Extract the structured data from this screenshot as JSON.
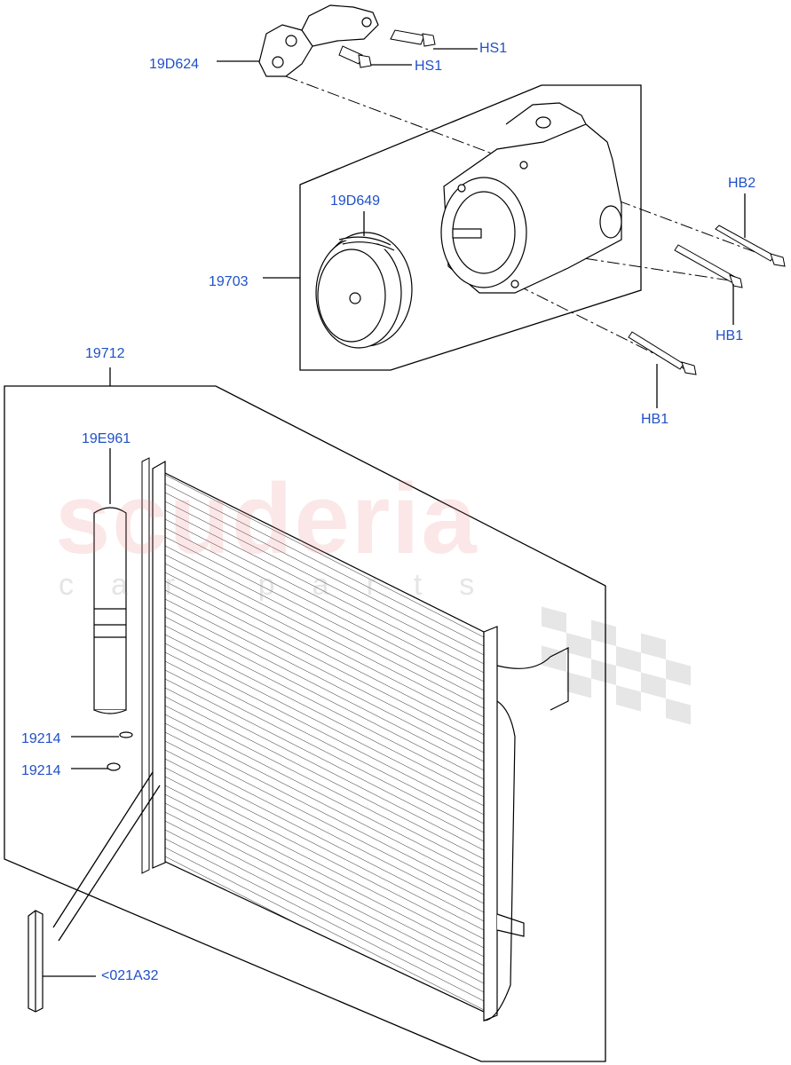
{
  "watermark": {
    "brand": "scuderia",
    "sub": "car parts"
  },
  "callouts": [
    {
      "id": "hs1a",
      "text": "HS1"
    },
    {
      "id": "hs1b",
      "text": "HS1"
    },
    {
      "id": "d624",
      "text": "19D624"
    },
    {
      "id": "d649",
      "text": "19D649"
    },
    {
      "id": "p703",
      "text": "19703"
    },
    {
      "id": "hb2",
      "text": "HB2"
    },
    {
      "id": "hb1a",
      "text": "HB1"
    },
    {
      "id": "hb1b",
      "text": "HB1"
    },
    {
      "id": "p712",
      "text": "19712"
    },
    {
      "id": "e961",
      "text": "19E961"
    },
    {
      "id": "p214a",
      "text": "19214"
    },
    {
      "id": "p214b",
      "text": "19214"
    },
    {
      "id": "a32",
      "text": "<021A32"
    }
  ],
  "colors": {
    "label": "#2050c8",
    "line": "#000000"
  }
}
